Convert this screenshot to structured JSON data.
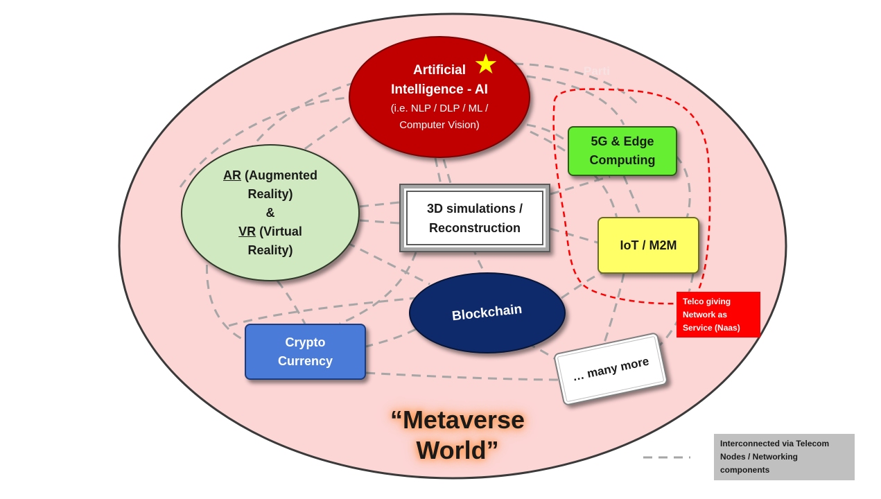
{
  "ai": {
    "line1": "Artificial",
    "line2": "Intelligence - AI",
    "sub1": "(i.e. NLP / DLP / ML /",
    "sub2": "Computer Vision)"
  },
  "star_icon": "star-icon",
  "arvr": {
    "ar": "AR",
    "ar_rest": " (Augmented",
    "line2": "Reality)",
    "amp": "&",
    "vr": "VR",
    "vr_rest": " (Virtual",
    "line5": "Reality)"
  },
  "sim": {
    "line1": "3D simulations /",
    "line2": "Reconstruction"
  },
  "fiveg": {
    "line1": "5G & Edge",
    "line2": "Computing"
  },
  "iot": {
    "label": "IoT / M2M"
  },
  "blockchain": {
    "label": "Blockchain"
  },
  "crypto": {
    "line1": "Crypto",
    "line2": "Currency"
  },
  "more": {
    "label": "… many more"
  },
  "telco": {
    "line1": "Telco giving",
    "line2": "Network as",
    "line3": "Service (Naas)"
  },
  "world": {
    "line1": "“Metaverse",
    "line2": "World”"
  },
  "faint_label": "Parti",
  "legend": {
    "line1": "Interconnected via Telecom",
    "line2": "Nodes / Networking",
    "line3": "components"
  },
  "colors": {
    "world_fill": "#fcd5d5",
    "world_border": "#3a3a3a",
    "ai": "#c00000",
    "arvr": "#d0e9c1",
    "fiveg": "#66ee33",
    "iot": "#ffff66",
    "blockchain": "#0f2a6b",
    "crypto": "#4a7bd8",
    "telco": "#ff0000",
    "dash": "#a6a6a6",
    "boundary": "#ff0000"
  }
}
